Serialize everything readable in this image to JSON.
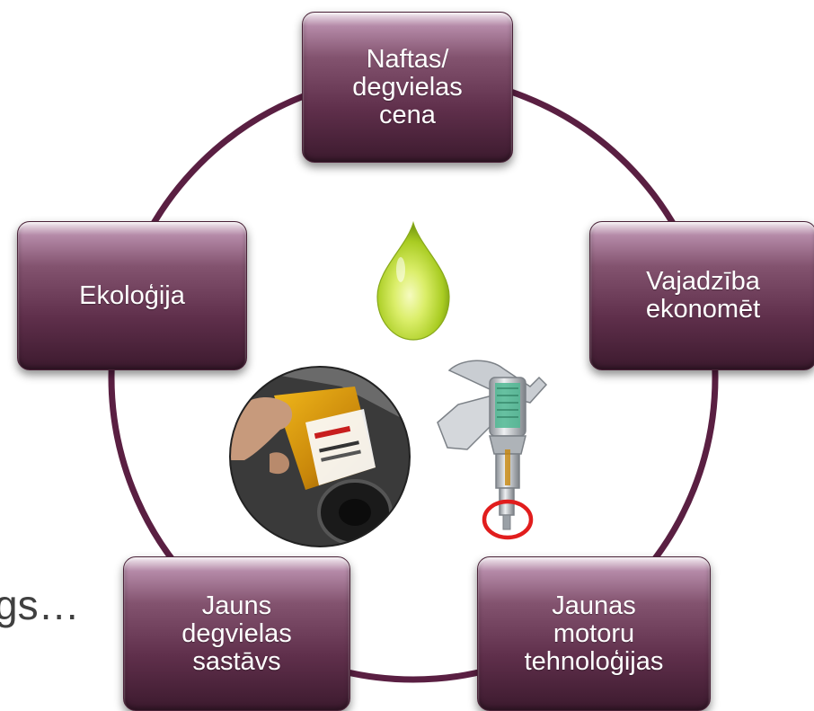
{
  "cycle_nodes": {
    "top": "Naftas/\ndegvielas\ncena",
    "right": "Vajadzība\nekonomēt",
    "bottom_right": "Jaunas\nmotoru\ntehnoloģijas",
    "bottom_left": "Jauns\ndegvielas\nsastāvs",
    "left": "Ekoloģija"
  },
  "partial_text": "gs…",
  "colors": {
    "ring": "#5a1f42",
    "node": "#6b3a57",
    "drop": "#b6d633",
    "highlight_circle": "#e11d1d",
    "text": "#ffffff",
    "partial_text": "#404040"
  },
  "icons": [
    "oil-drop-icon",
    "fuel-pouring-photo",
    "fuel-injector-illustration"
  ]
}
